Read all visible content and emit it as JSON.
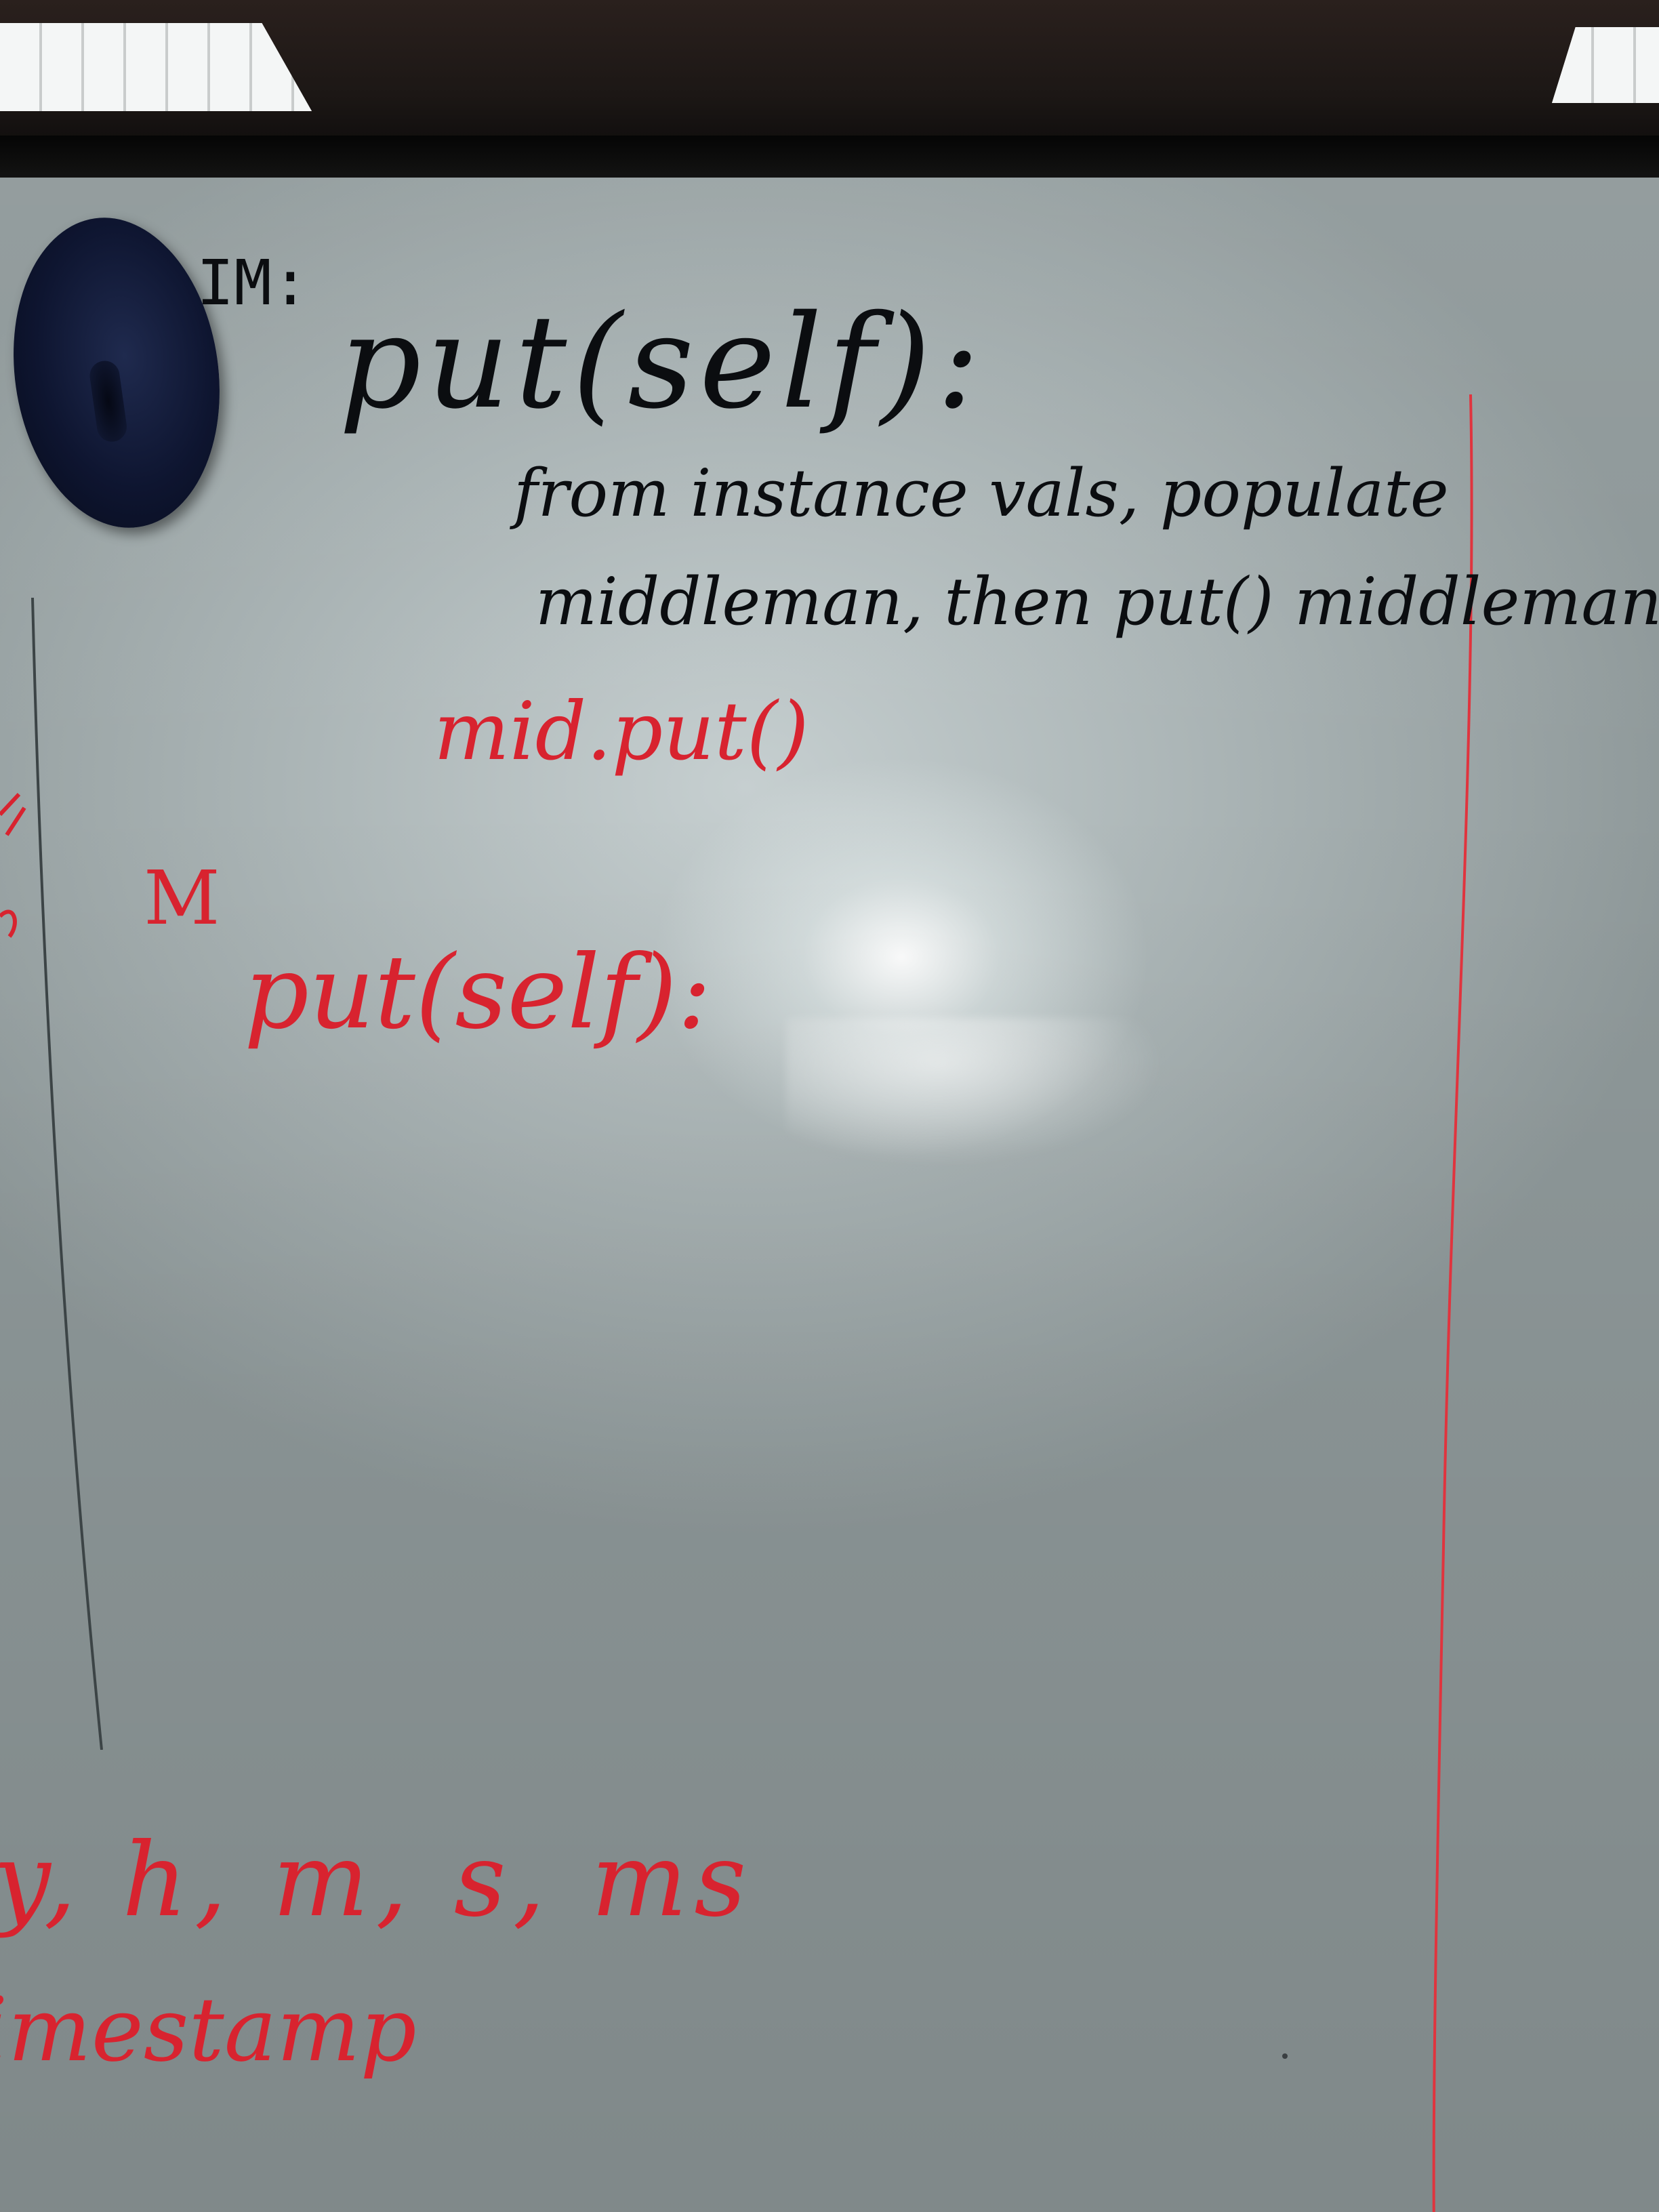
{
  "board": {
    "heading": "IM:",
    "method_signature": "put(self):",
    "description_line_1": "from instance vals, populate",
    "description_line_2": "middleman, then put() middleman",
    "red_call": "mid.put()",
    "red_label": "M",
    "red_method_signature": "put(self):",
    "fields_list": "y, h, m, s, ms",
    "fields_caption": "imestamp"
  },
  "colors": {
    "black_marker": "#0b0d10",
    "red_marker": "#d8232f",
    "magnet": "#0e1530",
    "board_surface": "#a7b1b2"
  }
}
